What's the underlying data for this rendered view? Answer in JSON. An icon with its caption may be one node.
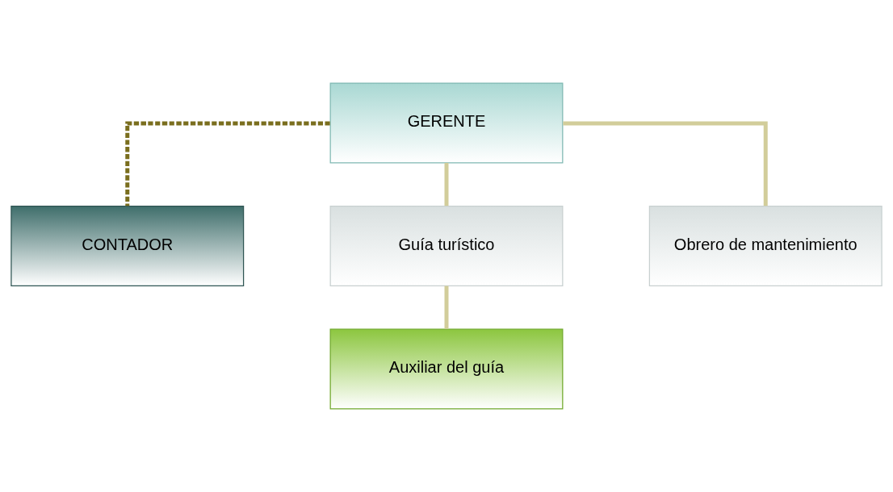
{
  "diagram": {
    "nodes": [
      {
        "text": [
          "GERENTE"
        ]
      },
      {
        "text": [
          "CONTADOR"
        ]
      },
      {
        "text": [
          "Guía turístico"
        ]
      },
      {
        "text": [
          "Obrero de mantenimiento"
        ]
      },
      {
        "text": [
          "Auxiliar del guía"
        ]
      }
    ],
    "edges": [
      {
        "from": 0,
        "to": 1,
        "arrow": "none",
        "style": "dashed",
        "color": "#7a6e1e"
      },
      {
        "from": 0,
        "to": 2,
        "arrow": "none"
      },
      {
        "from": 0,
        "to": 3,
        "arrow": "none"
      },
      {
        "from": 2,
        "to": 4,
        "arrow": "none"
      }
    ]
  }
}
